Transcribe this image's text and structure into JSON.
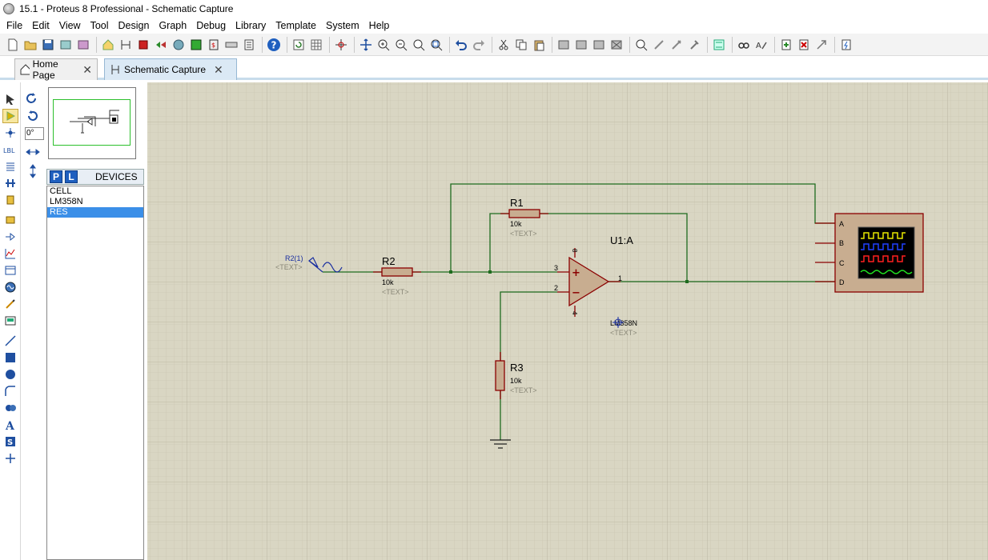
{
  "window": {
    "title": "15.1 - Proteus 8 Professional - Schematic Capture"
  },
  "menu": [
    "File",
    "Edit",
    "View",
    "Tool",
    "Design",
    "Graph",
    "Debug",
    "Library",
    "Template",
    "System",
    "Help"
  ],
  "tabs": [
    {
      "label": "Home Page",
      "icon": "home-icon"
    },
    {
      "label": "Schematic Capture",
      "icon": "schematic-icon"
    }
  ],
  "side": {
    "angle_value": "0°",
    "p_label": "P",
    "l_label": "L",
    "devices_header": "DEVICES",
    "devices": [
      "CELL",
      "LM358N",
      "RES"
    ],
    "selected_device": "RES"
  },
  "schematic": {
    "generator_label": "R2(1)",
    "generator_text": "<TEXT>",
    "r1_name": "R1",
    "r1_value": "10k",
    "r1_text": "<TEXT>",
    "r2_name": "R2",
    "r2_value": "10k",
    "r2_text": "<TEXT>",
    "r3_name": "R3",
    "r3_value": "10k",
    "r3_text": "<TEXT>",
    "u1_name": "U1:A",
    "u1_part": "LM358N",
    "u1_text": "<TEXT>",
    "pin_plus": "3",
    "pin_minus": "2",
    "pin_out": "1",
    "pin_top": "8",
    "pin_bottom": "4",
    "plus_sign": "+",
    "minus_sign": "−",
    "scope_channels": [
      "A",
      "B",
      "C",
      "D"
    ]
  },
  "colors": {
    "canvas_bg": "#d9d6c3",
    "wire": "#1e6b1e",
    "component": "#8b0000",
    "part_fill": "#c8ad90",
    "selected_item": "#3b8fe8"
  }
}
